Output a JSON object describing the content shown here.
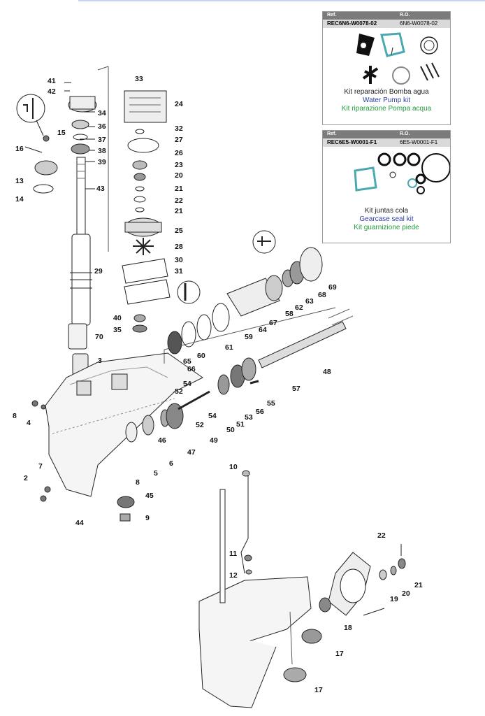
{
  "kits": [
    {
      "ref_header": "Ref.",
      "ro_header": "R.O.",
      "ref": "REC6N6-W0078-02",
      "ro": "6N6-W0078-02",
      "name_es": "Kit reparación Bomba agua",
      "name_en": "Water Pump kit",
      "name_it": "Kit riparazione Pompa acqua"
    },
    {
      "ref_header": "Ref.",
      "ro_header": "R.O.",
      "ref": "REC6E5-W0001-F1",
      "ro": "6E5-W0001-F1",
      "name_es": "Kit juntas cola",
      "name_en": "Gearcase seal kit",
      "name_it": "Kit guarnizione piede"
    }
  ],
  "callouts": [
    "41",
    "42",
    "33",
    "24",
    "34",
    "32",
    "36",
    "27",
    "37",
    "26",
    "38",
    "39",
    "23",
    "20",
    "21",
    "22",
    "21",
    "43",
    "15",
    "16",
    "13",
    "14",
    "25",
    "28",
    "30",
    "29",
    "31",
    "40",
    "35",
    "70",
    "3",
    "69",
    "68",
    "63",
    "62",
    "58",
    "67",
    "64",
    "59",
    "61",
    "60",
    "65",
    "66",
    "48",
    "57",
    "55",
    "56",
    "53",
    "51",
    "54",
    "52",
    "52",
    "54",
    "50",
    "49",
    "47",
    "46",
    "6",
    "8",
    "4",
    "5",
    "8",
    "7",
    "2",
    "44",
    "45",
    "9",
    "10",
    "11",
    "12",
    "22",
    "21",
    "20",
    "19",
    "18",
    "17"
  ],
  "colors": {
    "teal_gasket": "#4aa9b0",
    "header_gray": "#7b7b7b",
    "row_gray": "#d9d9d9"
  }
}
